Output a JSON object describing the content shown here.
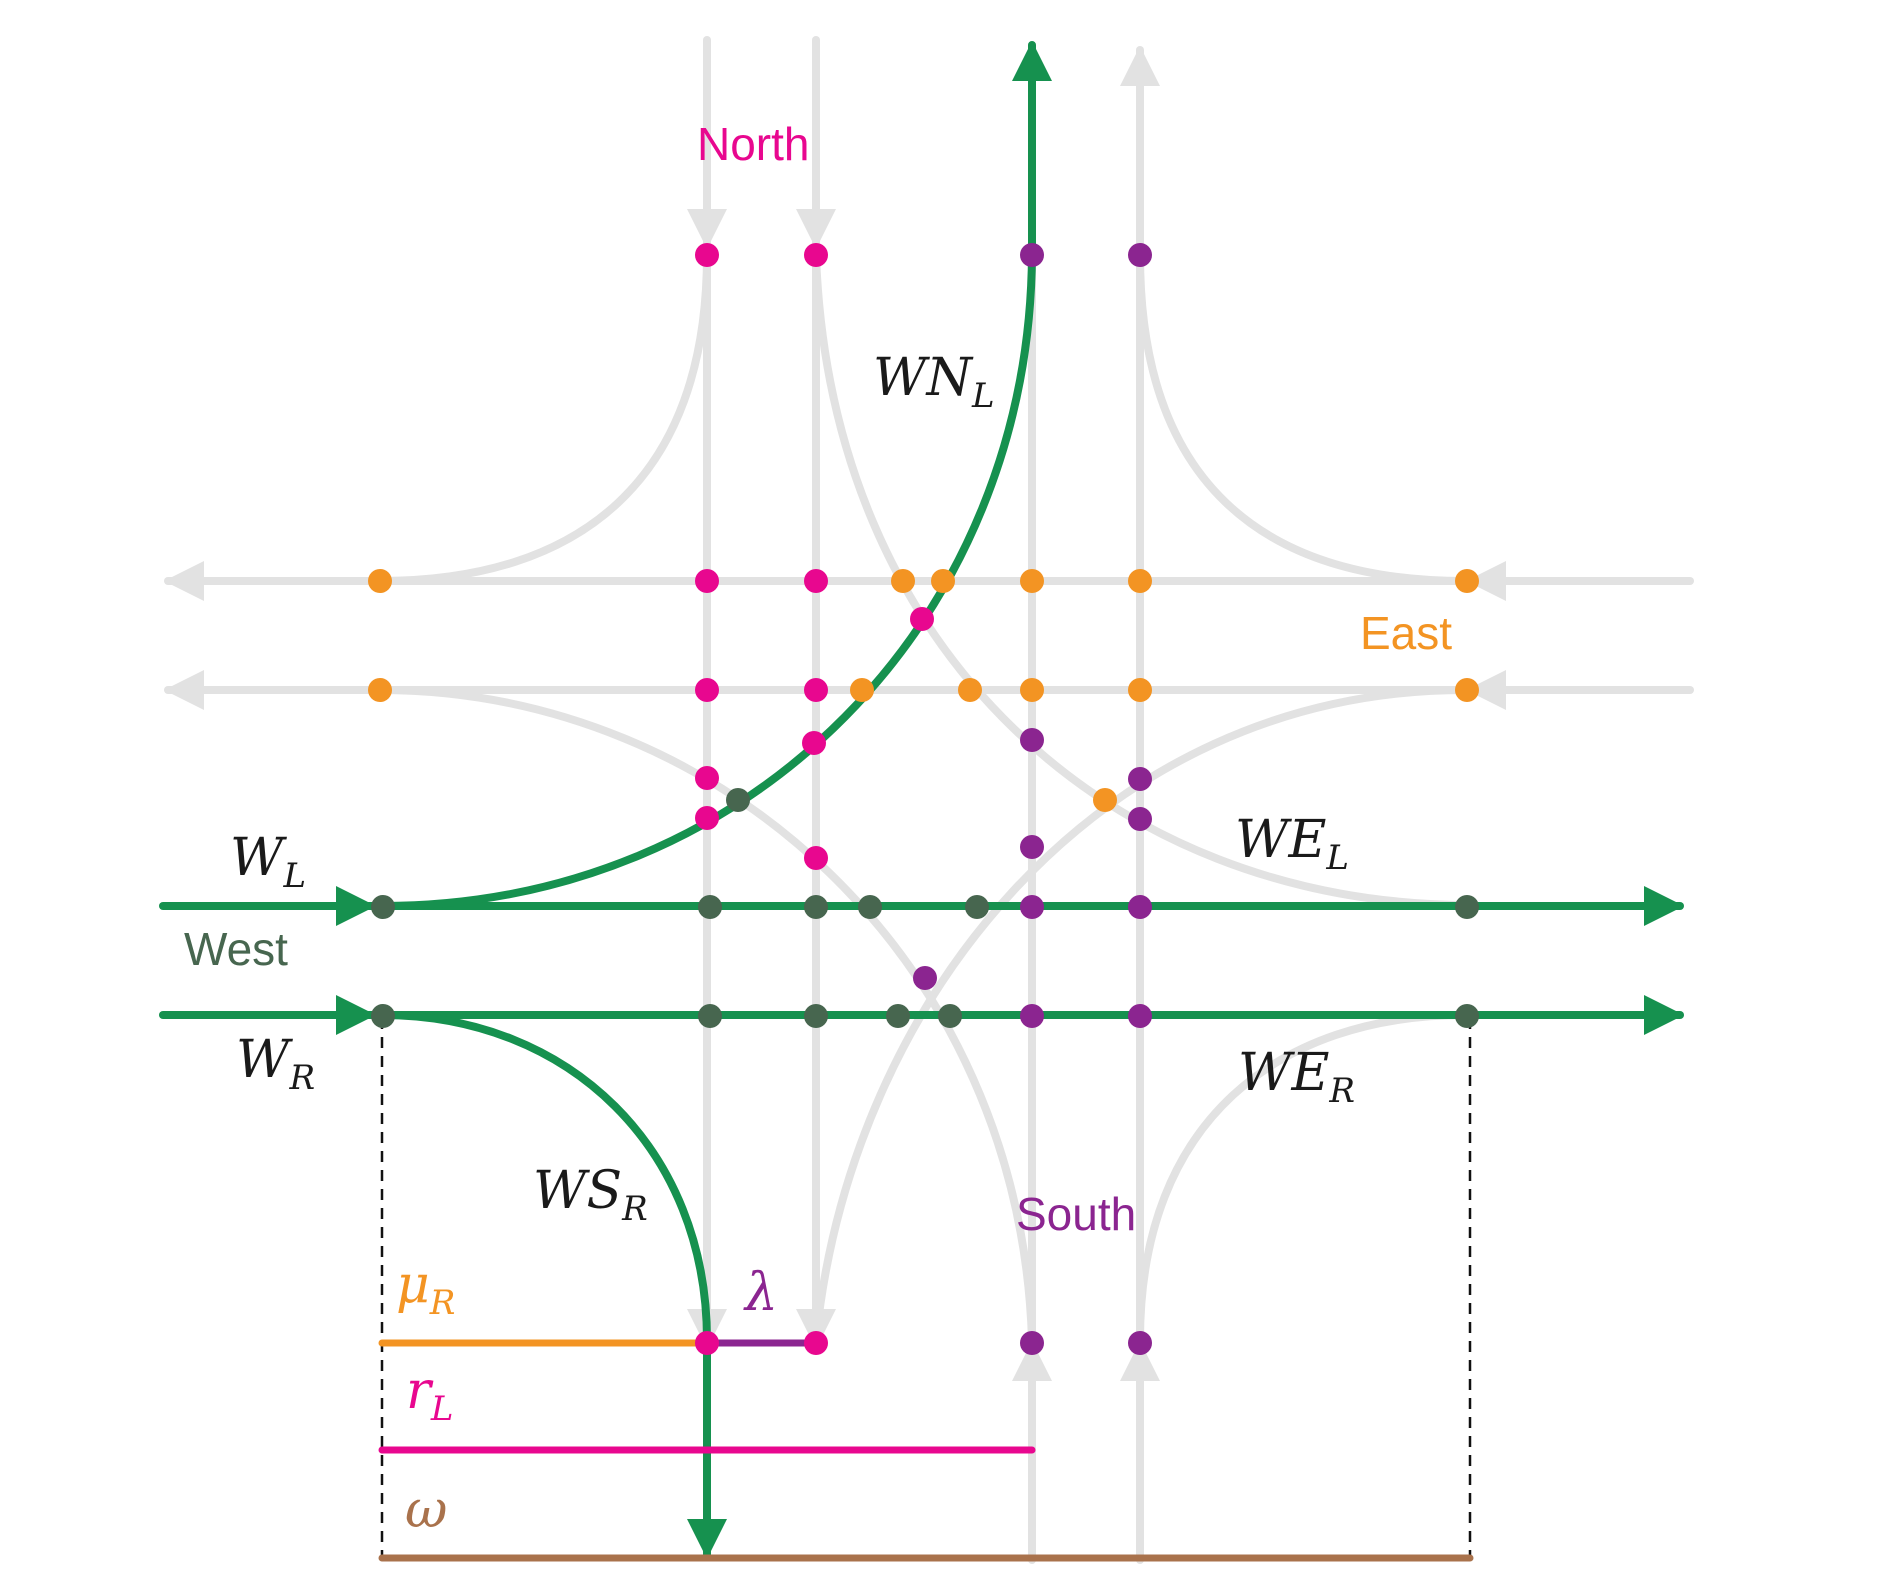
{
  "colors": {
    "road": "#e2e2e2",
    "path": "#16914f",
    "north": "#e8078f",
    "south": "#8b2590",
    "east": "#f39423",
    "west": "#47664f",
    "omega": "#a9724c",
    "text": "#1a1a1a"
  },
  "directions": {
    "north": "North",
    "east": "East",
    "west": "West",
    "south": "South"
  },
  "lane_labels": {
    "wn_l": {
      "base": "WN",
      "sub": "L"
    },
    "w_l": {
      "base": "W",
      "sub": "L"
    },
    "w_r": {
      "base": "W",
      "sub": "R"
    },
    "we_l": {
      "base": "WE",
      "sub": "L"
    },
    "we_r": {
      "base": "WE",
      "sub": "R"
    },
    "ws_r": {
      "base": "WS",
      "sub": "R"
    }
  },
  "measures": {
    "mu_r": {
      "base": "μ",
      "sub": "R"
    },
    "lambda": {
      "base": "λ",
      "sub": ""
    },
    "r_l": {
      "base": "r",
      "sub": "L"
    },
    "omega": {
      "base": "ω",
      "sub": ""
    }
  }
}
